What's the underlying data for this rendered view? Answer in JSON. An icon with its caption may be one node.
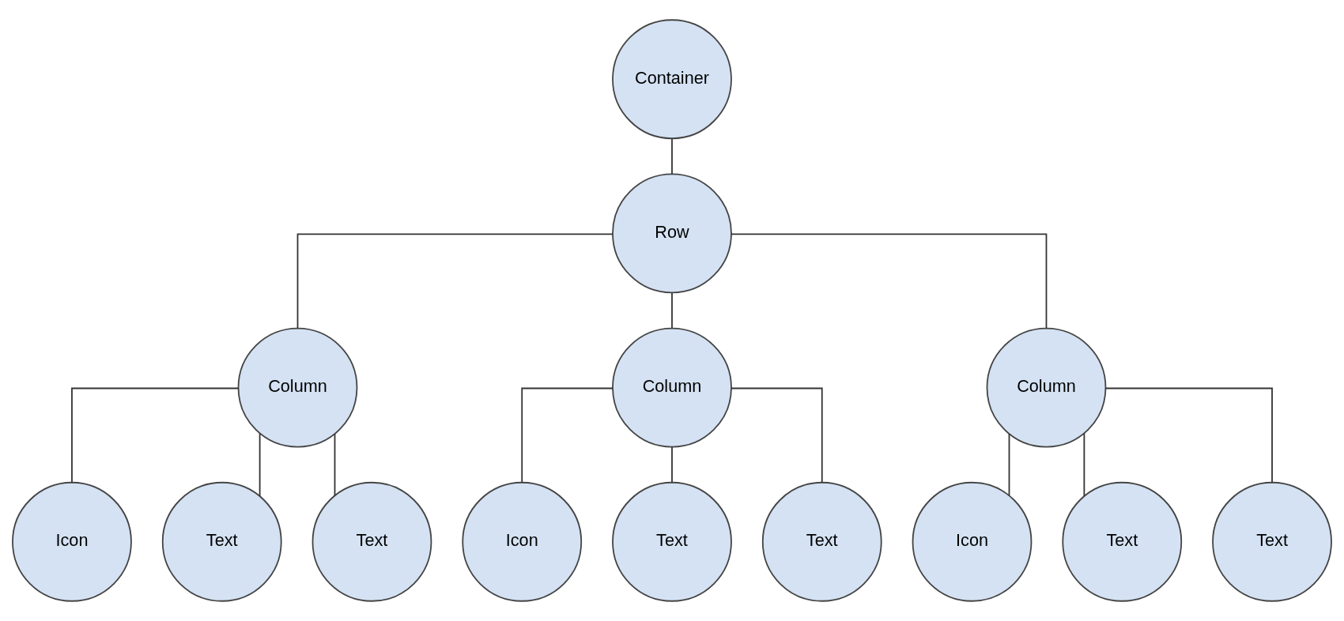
{
  "diagram": {
    "nodes": [
      {
        "text": [
          "Container"
        ]
      },
      {
        "text": [
          "Row"
        ]
      },
      {
        "text": [
          "Column"
        ]
      },
      {
        "text": [
          "Column"
        ]
      },
      {
        "text": [
          "Column"
        ]
      },
      {
        "text": [
          "Icon"
        ]
      },
      {
        "text": [
          "Text"
        ]
      },
      {
        "text": [
          "Text"
        ]
      },
      {
        "text": [
          "Icon"
        ]
      },
      {
        "text": [
          "Text"
        ]
      },
      {
        "text": [
          "Text"
        ]
      },
      {
        "text": [
          "Icon"
        ]
      },
      {
        "text": [
          "Text"
        ]
      },
      {
        "text": [
          "Text"
        ]
      }
    ],
    "edges": [
      {
        "from": 0,
        "to": 1,
        "arrow": "none"
      },
      {
        "from": 1,
        "to": 2,
        "arrow": "none"
      },
      {
        "from": 1,
        "to": 3,
        "arrow": "none"
      },
      {
        "from": 1,
        "to": 4,
        "arrow": "none"
      },
      {
        "from": 2,
        "to": 5,
        "arrow": "none"
      },
      {
        "from": 2,
        "to": 6,
        "arrow": "none"
      },
      {
        "from": 2,
        "to": 7,
        "arrow": "none"
      },
      {
        "from": 3,
        "to": 8,
        "arrow": "none"
      },
      {
        "from": 3,
        "to": 9,
        "arrow": "none"
      },
      {
        "from": 3,
        "to": 10,
        "arrow": "none"
      },
      {
        "from": 4,
        "to": 11,
        "arrow": "none"
      },
      {
        "from": 4,
        "to": 12,
        "arrow": "none"
      },
      {
        "from": 4,
        "to": 13,
        "arrow": "none"
      }
    ]
  }
}
